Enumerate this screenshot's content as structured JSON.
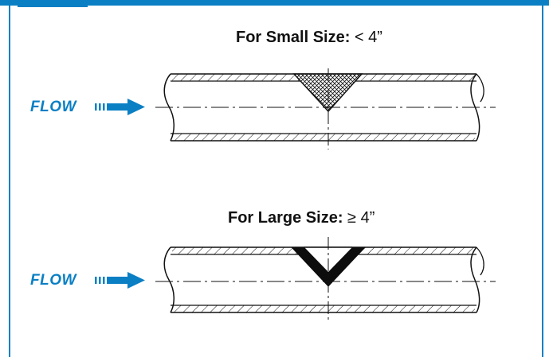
{
  "small": {
    "title": "For Small Size:",
    "value": "< 4”"
  },
  "large": {
    "title": "For Large Size:",
    "value": "≥ 4”"
  },
  "flow_label": "FLOW",
  "colors": {
    "accent": "#0a7fc4",
    "line": "#111111"
  }
}
